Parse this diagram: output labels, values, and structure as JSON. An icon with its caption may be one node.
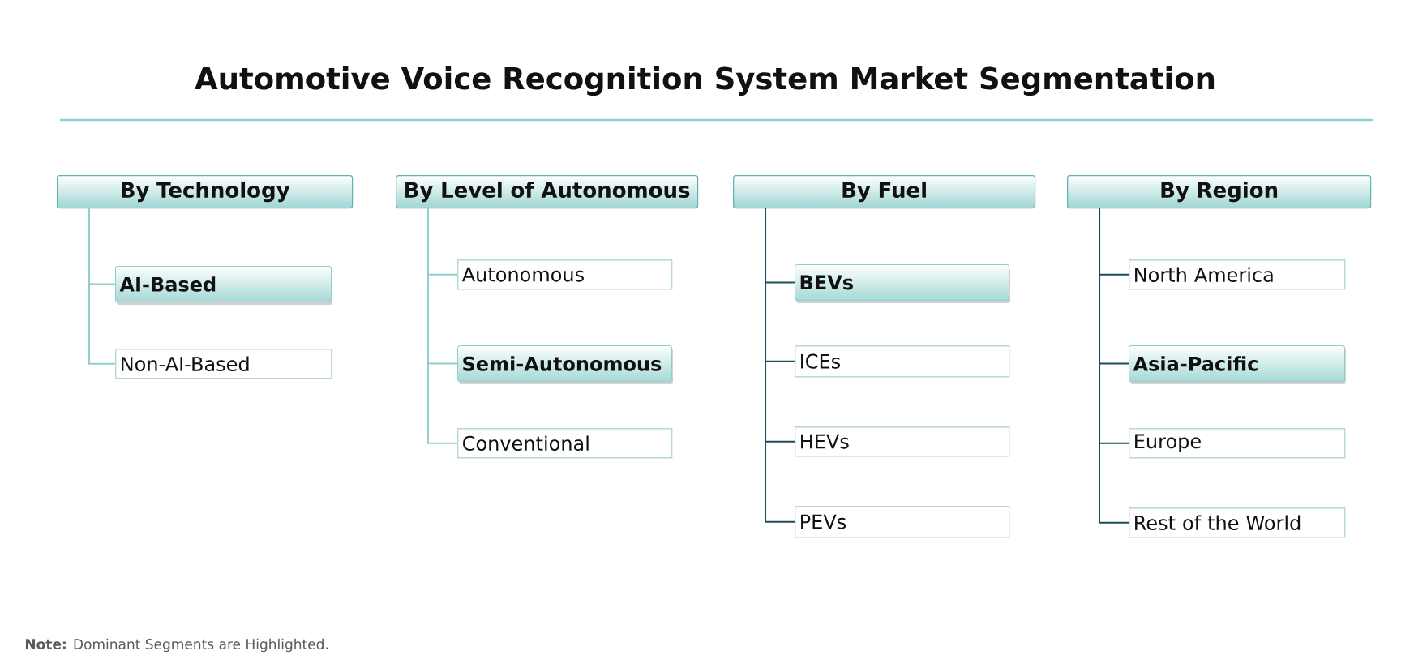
{
  "diagram": {
    "title": "Automotive Voice Recognition System Market Segmentation",
    "nodes": [
      {
        "text": [
          "By Technology"
        ]
      },
      {
        "text": [
          "AI-Based"
        ]
      },
      {
        "text": [
          "Non-AI-Based"
        ]
      },
      {
        "text": [
          "By Level of Autonomous"
        ]
      },
      {
        "text": [
          "Autonomous"
        ]
      },
      {
        "text": [
          "Semi-Autonomous"
        ]
      },
      {
        "text": [
          "Conventional"
        ]
      },
      {
        "text": [
          "By Fuel"
        ]
      },
      {
        "text": [
          "BEVs"
        ]
      },
      {
        "text": [
          "ICEs"
        ]
      },
      {
        "text": [
          "HEVs"
        ]
      },
      {
        "text": [
          "PEVs"
        ]
      },
      {
        "text": [
          "By Region"
        ]
      },
      {
        "text": [
          "North America"
        ]
      },
      {
        "text": [
          "Asia-Pacific"
        ]
      },
      {
        "text": [
          "Europe"
        ]
      },
      {
        "text": [
          "Rest of the World"
        ]
      }
    ],
    "edges": [
      {
        "from": 0,
        "to": 1,
        "arrow": "none",
        "color": "#8fcfcc"
      },
      {
        "from": 0,
        "to": 2,
        "arrow": "none",
        "color": "#8fcfcc"
      },
      {
        "from": 3,
        "to": 4,
        "arrow": "none",
        "color": "#8fcfcc"
      },
      {
        "from": 3,
        "to": 5,
        "arrow": "none",
        "color": "#8fcfcc"
      },
      {
        "from": 3,
        "to": 6,
        "arrow": "none",
        "color": "#8fcfcc"
      },
      {
        "from": 7,
        "to": 8,
        "arrow": "none"
      },
      {
        "from": 7,
        "to": 9,
        "arrow": "none"
      },
      {
        "from": 7,
        "to": 10,
        "arrow": "none"
      },
      {
        "from": 7,
        "to": 11,
        "arrow": "none"
      },
      {
        "from": 12,
        "to": 13,
        "arrow": "none"
      },
      {
        "from": 12,
        "to": 14,
        "arrow": "none"
      },
      {
        "from": 12,
        "to": 15,
        "arrow": "none"
      },
      {
        "from": 12,
        "to": 16,
        "arrow": "none"
      }
    ],
    "labels": [
      "**Note:** Dominant Segments are Highlighted."
    ]
  }
}
